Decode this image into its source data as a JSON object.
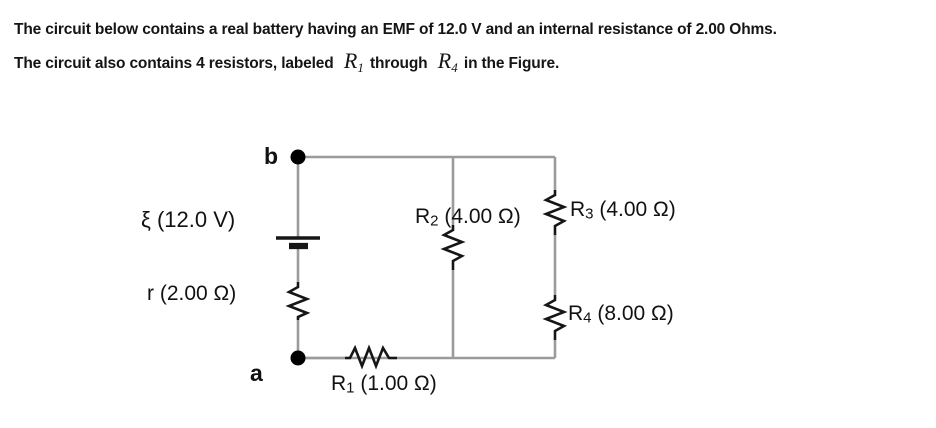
{
  "statement": {
    "line1": "The circuit below contains a real battery having an EMF of 12.0 V and an internal resistance of 2.00 Ohms.",
    "line2_part1": "The circuit also contains 4 resistors, labeled",
    "line2_var1_base": "R",
    "line2_var1_sub": "1",
    "line2_part2": "through",
    "line2_var2_base": "R",
    "line2_var2_sub": "4",
    "line2_part3": "in the Figure."
  },
  "circuit": {
    "nodes": {
      "top_label": "b",
      "bottom_label": "a"
    },
    "components": [
      {
        "id": "battery",
        "label": "ξ (12.0 V)",
        "symbol": "battery-cell",
        "value": "12.0",
        "unit": "V"
      },
      {
        "id": "internal-resistance",
        "label": "r (2.00 Ω)",
        "symbol": "resistor-zigzag",
        "value": "2.00",
        "unit": "Ω"
      },
      {
        "id": "r1",
        "label_base": "R",
        "label_sub": "1",
        "label_value": " (1.00 Ω)",
        "symbol": "resistor-zigzag",
        "value": "1.00",
        "unit": "Ω"
      },
      {
        "id": "r2",
        "label_base": "R",
        "label_sub": "2",
        "label_value": " (4.00 Ω)",
        "symbol": "resistor-zigzag",
        "value": "4.00",
        "unit": "Ω"
      },
      {
        "id": "r3",
        "label_base": "R",
        "label_sub": "3",
        "label_value": " (4.00 Ω)",
        "symbol": "resistor-zigzag",
        "value": "4.00",
        "unit": "Ω"
      },
      {
        "id": "r4",
        "label_base": "R",
        "label_sub": "4",
        "label_value": " (8.00 Ω)",
        "symbol": "resistor-zigzag",
        "value": "8.00",
        "unit": "Ω"
      }
    ],
    "colors": {
      "wire": "#9b9b9b",
      "component": "#1a1a1a",
      "node_dot": "#000000",
      "background": "#ffffff"
    }
  }
}
